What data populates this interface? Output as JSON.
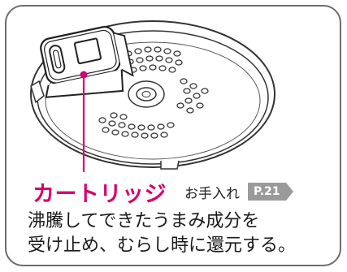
{
  "part_label": "カートリッジ",
  "care_label": "お手入れ",
  "page_ref": "P.21",
  "description_lines": [
    "沸騰してできたうまみ成分を",
    "受け止め、むらし時に還元する。"
  ],
  "colors": {
    "accent": "#d7006f",
    "border": "#6d6d6d",
    "badge": "#9a9a9a",
    "text": "#1a1a1a"
  },
  "icons": [
    "inner-lid-illustration",
    "cartridge-illustration",
    "arrow-right-icon"
  ]
}
